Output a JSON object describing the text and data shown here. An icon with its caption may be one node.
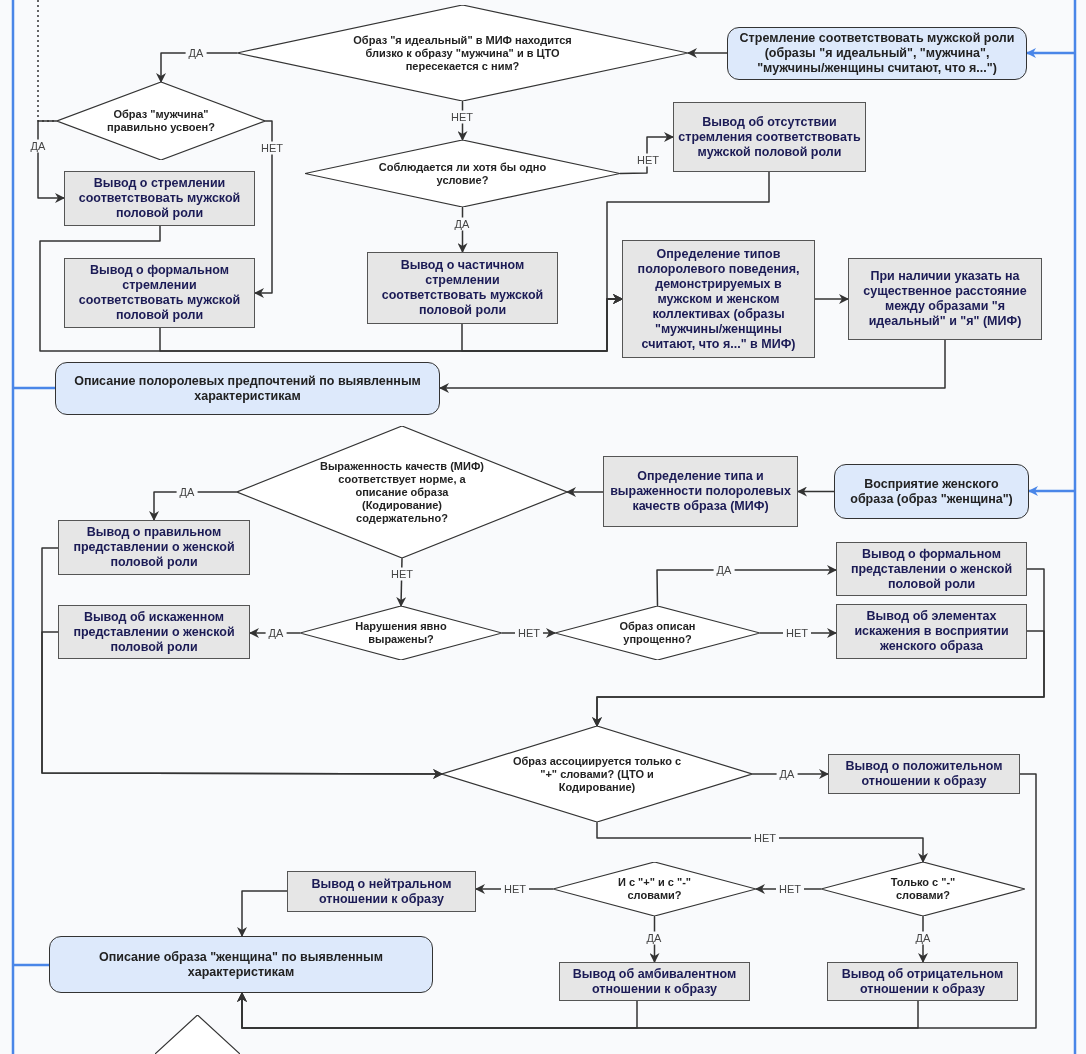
{
  "diagram": {
    "nodes": [
      {
        "text": [
          "Образ \"я идеальный\" в МИФ находится близко к образу \"мужчина\" и в ЦТО пересекается с ним?"
        ]
      },
      {
        "text": [
          "Стремление соответствовать мужской роли (образы \"я идеальный\", \"мужчина\", \"мужчины/женщины считают, что я...\")"
        ]
      },
      {
        "text": [
          "Образ \"мужчина\" правильно усвоен?"
        ]
      },
      {
        "text": [
          "Соблюдается ли хотя бы одно условие?"
        ]
      },
      {
        "text": [
          "Вывод об отсутствии стремления соответствовать мужской половой роли"
        ]
      },
      {
        "text": [
          "Вывод о стремлении соответствовать мужской половой роли"
        ]
      },
      {
        "text": [
          "Вывод о формальном стремлении соответствовать мужской половой роли"
        ]
      },
      {
        "text": [
          "Вывод о частичном стремлении соответствовать мужской половой роли"
        ]
      },
      {
        "text": [
          "Определение типов полоролевого поведения, демонстрируемых в мужском и женском коллективах (образы \"мужчины/женщины считают, что я...\" в МИФ)"
        ]
      },
      {
        "text": [
          "При наличии указать на существенное расстояние между образами \"я идеальный\" и \"я\" (МИФ)"
        ]
      },
      {
        "text": [
          "Описание полоролевых предпочтений по выявленным характеристикам"
        ]
      },
      {
        "text": [
          "Восприятие женского образа (образ \"женщина\")"
        ]
      },
      {
        "text": [
          "Определение типа и выраженности полоролевых качеств образа (МИФ)"
        ]
      },
      {
        "text": [
          "Выраженность качеств (МИФ) соответствует норме, а описание образа (Кодирование) содержательно?"
        ]
      },
      {
        "text": [
          "Вывод о правильном представлении о женской половой роли"
        ]
      },
      {
        "text": [
          "Нарушения явно выражены?"
        ]
      },
      {
        "text": [
          "Образ описан упрощенно?"
        ]
      },
      {
        "text": [
          "Вывод об искаженном представлении о женской половой роли"
        ]
      },
      {
        "text": [
          "Вывод о формальном представлении о женской половой роли"
        ]
      },
      {
        "text": [
          "Вывод об элементах искажения в восприятии женского образа"
        ]
      },
      {
        "text": [
          "Образ ассоциируется только с \"+\" словами? (ЦТО и Кодирование)"
        ]
      },
      {
        "text": [
          "Вывод о положительном отношении к образу"
        ]
      },
      {
        "text": [
          "Только с \"-\" словами?"
        ]
      },
      {
        "text": [
          "И с \"+\" и с \"-\" словами?"
        ]
      },
      {
        "text": [
          "Вывод о нейтральном отношении к образу"
        ]
      },
      {
        "text": [
          "Вывод об амбивалентном отношении к образу"
        ]
      },
      {
        "text": [
          "Вывод об отрицательном отношении к образу"
        ]
      },
      {
        "text": [
          "Описание образа \"женщина\" по выявленным характеристикам"
        ]
      },
      {
        "text": [],
        "shape": "diamond"
      }
    ],
    "edges": [
      {
        "from": 1,
        "to": 0,
        "arrow": "to"
      },
      {
        "from": 0,
        "to": 2,
        "arrow": "to",
        "label": "ДА"
      },
      {
        "from": 0,
        "to": 3,
        "arrow": "to",
        "label": "НЕТ"
      },
      {
        "from": 2,
        "to": 5,
        "arrow": "to",
        "label": "ДА"
      },
      {
        "from": 2,
        "to": 6,
        "arrow": "to",
        "label": "НЕТ"
      },
      {
        "from": 3,
        "to": 4,
        "arrow": "to",
        "label": "НЕТ"
      },
      {
        "from": 3,
        "to": 7,
        "arrow": "to",
        "label": "ДА"
      },
      {
        "from": 4,
        "to": 8,
        "arrow": "to"
      },
      {
        "from": 5,
        "to": 8,
        "arrow": "to"
      },
      {
        "from": 6,
        "to": 8,
        "arrow": "to"
      },
      {
        "from": 7,
        "to": 8,
        "arrow": "to"
      },
      {
        "from": 8,
        "to": 9,
        "arrow": "to"
      },
      {
        "from": 9,
        "to": 10,
        "arrow": "to"
      },
      {
        "from": null,
        "to": 1,
        "arrow": "to",
        "color": "#4a86e8"
      },
      {
        "from": 10,
        "to": null,
        "arrow": "none",
        "color": "#4a86e8"
      },
      {
        "from": null,
        "to": 11,
        "arrow": "to",
        "color": "#4a86e8"
      },
      {
        "from": 11,
        "to": 12,
        "arrow": "to"
      },
      {
        "from": 12,
        "to": 13,
        "arrow": "to"
      },
      {
        "from": 13,
        "to": 14,
        "arrow": "to",
        "label": "ДА"
      },
      {
        "from": 13,
        "to": 15,
        "arrow": "to",
        "label": "НЕТ"
      },
      {
        "from": 15,
        "to": 17,
        "arrow": "to",
        "label": "ДА"
      },
      {
        "from": 15,
        "to": 16,
        "arrow": "to",
        "label": "НЕТ"
      },
      {
        "from": 16,
        "to": 18,
        "arrow": "to",
        "label": "ДА"
      },
      {
        "from": 16,
        "to": 19,
        "arrow": "to",
        "label": "НЕТ"
      },
      {
        "from": 14,
        "to": 20,
        "arrow": "to"
      },
      {
        "from": 17,
        "to": 20,
        "arrow": "to"
      },
      {
        "from": 18,
        "to": 20,
        "arrow": "to"
      },
      {
        "from": 19,
        "to": 20,
        "arrow": "to"
      },
      {
        "from": 20,
        "to": 21,
        "arrow": "to",
        "label": "ДА"
      },
      {
        "from": 20,
        "to": 22,
        "arrow": "to",
        "label": "НЕТ"
      },
      {
        "from": 22,
        "to": 23,
        "arrow": "to",
        "label": "НЕТ"
      },
      {
        "from": 23,
        "to": 24,
        "arrow": "to",
        "label": "НЕТ"
      },
      {
        "from": 22,
        "to": 26,
        "arrow": "to",
        "label": "ДА"
      },
      {
        "from": 23,
        "to": 25,
        "arrow": "to",
        "label": "ДА"
      },
      {
        "from": 24,
        "to": 27,
        "arrow": "to"
      },
      {
        "from": 21,
        "to": 27,
        "arrow": "to"
      },
      {
        "from": 25,
        "to": 27,
        "arrow": "to"
      },
      {
        "from": 26,
        "to": 27,
        "arrow": "to"
      },
      {
        "from": 27,
        "to": null,
        "arrow": "none",
        "color": "#4a86e8"
      },
      {
        "from": null,
        "to": 2,
        "arrow": "none",
        "style": "dashed"
      }
    ]
  }
}
